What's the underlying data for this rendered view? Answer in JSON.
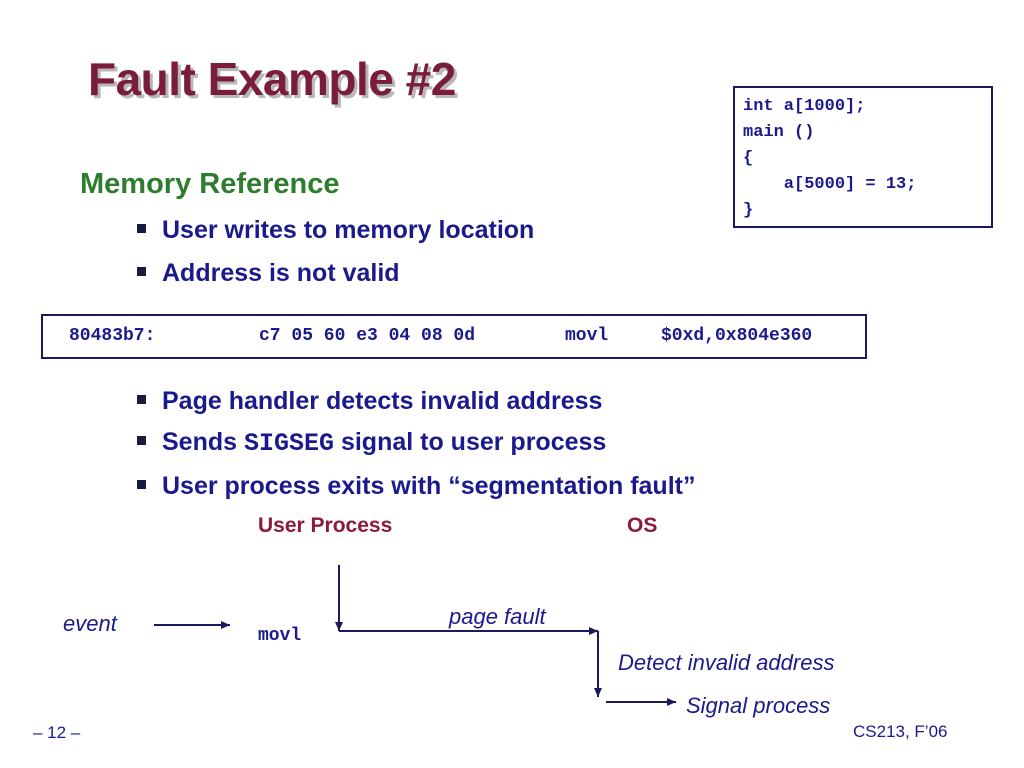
{
  "slide": {
    "title": "Fault Example #2",
    "code": [
      "int a[1000];",
      "main ()",
      "{",
      "    a[5000] = 13;",
      "}"
    ],
    "section": "Memory Reference",
    "bullets_top": [
      "User writes to memory location",
      "Address is not valid"
    ],
    "asm": {
      "address": "80483b7:",
      "bytes": "c7 05 60 e3 04 08 0d",
      "mnemonic": "movl",
      "operands": "$0xd,0x804e360"
    },
    "bullets_bottom": {
      "b1": "Page handler detects invalid address",
      "b2_pre": "Sends ",
      "b2_code": "SIGSEG",
      "b2_post": " signal to user process",
      "b3": "User process exits with “segmentation fault”"
    },
    "diagram": {
      "user_process": "User Process",
      "os": "OS",
      "event": "event",
      "movl": "movl",
      "page_fault": "page fault",
      "detect": "Detect invalid address",
      "signal": "Signal process"
    },
    "footer": {
      "page": "– 12 –",
      "course": "CS213, F’06"
    }
  }
}
